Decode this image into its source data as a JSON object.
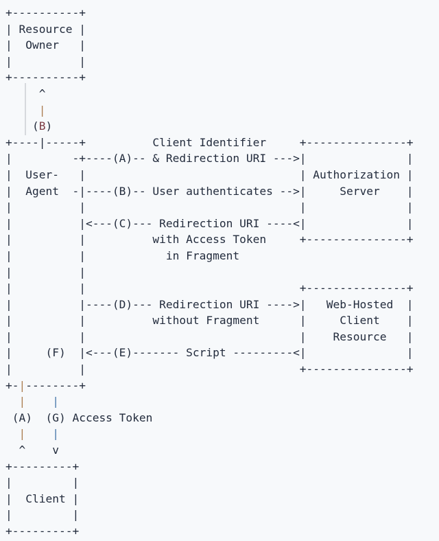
{
  "colors": {
    "background": "#f7f9fb",
    "text": "#232c3d",
    "pipe_brown": "#ab7d50",
    "pipe_blue": "#4a7aab",
    "char_maroon": "#7c3a42",
    "guide_line": "#d6d9dd"
  },
  "diagram": {
    "lines": [
      "+----------+",
      "| Resource |",
      "|  Owner   |",
      "|          |",
      "+----------+",
      "     ^",
      "     |",
      "    (B)",
      "+----|-----+          Client Identifier     +---------------+",
      "|         -+----(A)-- & Redirection URI --->|               |",
      "|  User-   |                                | Authorization |",
      "|  Agent  -|----(B)-- User authenticates -->|     Server    |",
      "|          |                                |               |",
      "|          |<---(C)--- Redirection URI ----<|               |",
      "|          |          with Access Token     +---------------+",
      "|          |            in Fragment",
      "|          |",
      "|          |                                +---------------+",
      "|          |----(D)--- Redirection URI ---->|   Web-Hosted  |",
      "|          |          without Fragment      |     Client    |",
      "|          |                                |    Resource   |",
      "|     (F)  |<---(E)------- Script ---------<|               |",
      "|          |                                +---------------+",
      "+-|--------+",
      "  |    |",
      " (A)  (G) Access Token",
      "  |    |",
      "  ^    v",
      "+---------+",
      "|         |",
      "|  Client |",
      "|         |",
      "+---------+"
    ],
    "highlights": [
      {
        "line": 6,
        "col": 5,
        "color": "pipe_brown"
      },
      {
        "line": 7,
        "col": 5,
        "color": "char_maroon"
      },
      {
        "line": 23,
        "col": 2,
        "color": "pipe_brown"
      },
      {
        "line": 24,
        "col": 2,
        "color": "pipe_brown"
      },
      {
        "line": 24,
        "col": 7,
        "color": "pipe_blue"
      },
      {
        "line": 26,
        "col": 2,
        "color": "pipe_brown"
      },
      {
        "line": 26,
        "col": 7,
        "color": "pipe_blue"
      }
    ],
    "boxes": [
      "Resource Owner",
      "User-Agent",
      "Authorization Server",
      "Web-Hosted Client Resource",
      "Client"
    ],
    "flow_labels": [
      "(A) Client Identifier & Redirection URI",
      "(B) User authenticates",
      "(C) Redirection URI with Access Token in Fragment",
      "(D) Redirection URI without Fragment",
      "(E) Script",
      "(F)",
      "(G) Access Token"
    ]
  }
}
